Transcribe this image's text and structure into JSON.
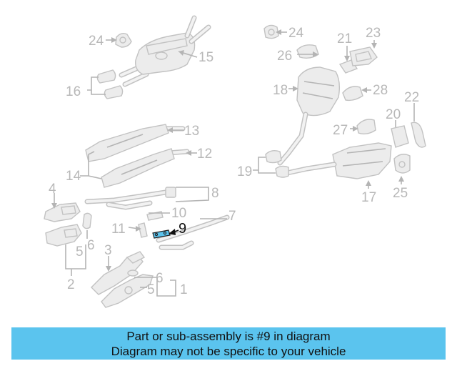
{
  "highlight": {
    "callout": "9",
    "color": "#5bc4ee"
  },
  "callouts": {
    "c1": "1",
    "c2": "2",
    "c3": "3",
    "c4": "4",
    "c5a": "5",
    "c5b": "5",
    "c6a": "6",
    "c6b": "6",
    "c7": "7",
    "c8": "8",
    "c9": "9",
    "c10": "10",
    "c11": "11",
    "c12": "12",
    "c13": "13",
    "c14": "14",
    "c15": "15",
    "c16": "16",
    "c17": "17",
    "c18": "18",
    "c19": "19",
    "c20": "20",
    "c21": "21",
    "c22": "22",
    "c23": "23",
    "c24a": "24",
    "c24b": "24",
    "c25": "25",
    "c26": "26",
    "c27": "27",
    "c28": "28"
  },
  "banner": {
    "line1": "Part or sub-assembly is #9 in diagram",
    "line2": "Diagram may not be specific to your vehicle"
  }
}
